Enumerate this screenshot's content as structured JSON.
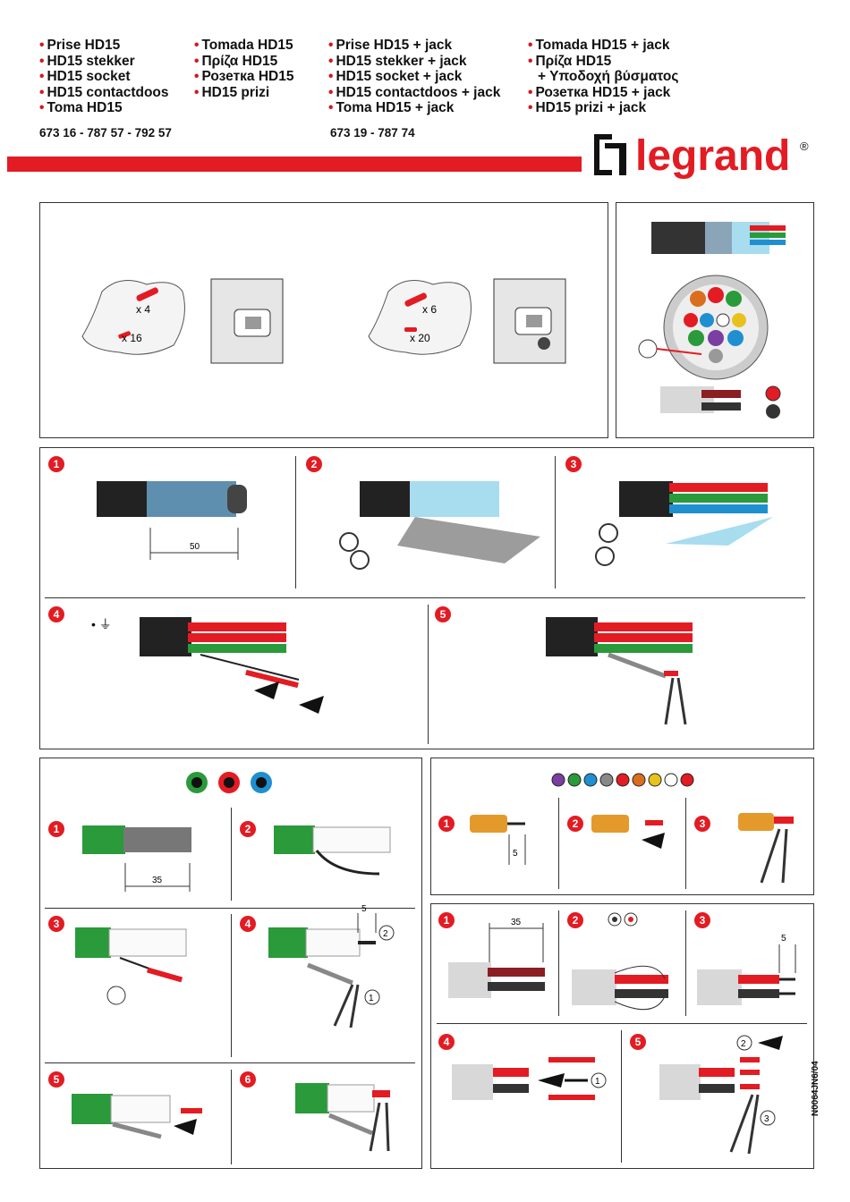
{
  "header": {
    "col1": [
      "Prise HD15",
      "HD15 stekker",
      "HD15 socket",
      "HD15 contactdoos",
      "Toma HD15"
    ],
    "col2": [
      "Tomada HD15",
      "Πρίζα HD15",
      "Розетка HD15",
      "HD15 prizi"
    ],
    "col3": [
      "Prise HD15 + jack",
      "HD15 stekker + jack",
      "HD15 socket + jack",
      "HD15 contactdoos + jack",
      "Toma HD15 + jack"
    ],
    "col4": [
      "Tomada HD15 + jack",
      "Πρίζα HD15",
      "+ Υποδοχή βύσματος",
      "Розетка HD15 + jack",
      "HD15 prizi + jack"
    ],
    "col4_bullets": [
      true,
      true,
      false,
      true,
      true
    ],
    "ref1": "673 16 - 787 57 - 792 57",
    "ref2": "673 19 - 787 74"
  },
  "brand": {
    "name": "legrand",
    "reg": "®",
    "color": "#e31b23"
  },
  "contents": {
    "kit1_a": "x 4",
    "kit1_b": "x 16",
    "kit2_a": "x 6",
    "kit2_b": "x 20"
  },
  "steps_a": {
    "s1": "1",
    "s2": "2",
    "s3": "3",
    "s4": "4",
    "s5": "5",
    "dim50": "50"
  },
  "steps_b": {
    "s1": "1",
    "s2": "2",
    "s3": "3",
    "s4": "4",
    "s5": "5",
    "s6": "6",
    "dim35": "35",
    "dim5": "5",
    "c1": "2",
    "c2": "1"
  },
  "steps_c": {
    "s1": "1",
    "s2": "2",
    "s3": "3",
    "dim5": "5"
  },
  "steps_d": {
    "s1": "1",
    "s2": "2",
    "s3": "3",
    "s4": "4",
    "s5": "5",
    "dim35": "35",
    "dim5": "5",
    "c1": "1",
    "c2": "2",
    "c3": "3"
  },
  "doc_code": "N0064JN6/04",
  "colors": {
    "red": "#e31b23",
    "green": "#2a9a3a",
    "blue": "#1f8fd0",
    "shield": "#7ec8e3"
  }
}
